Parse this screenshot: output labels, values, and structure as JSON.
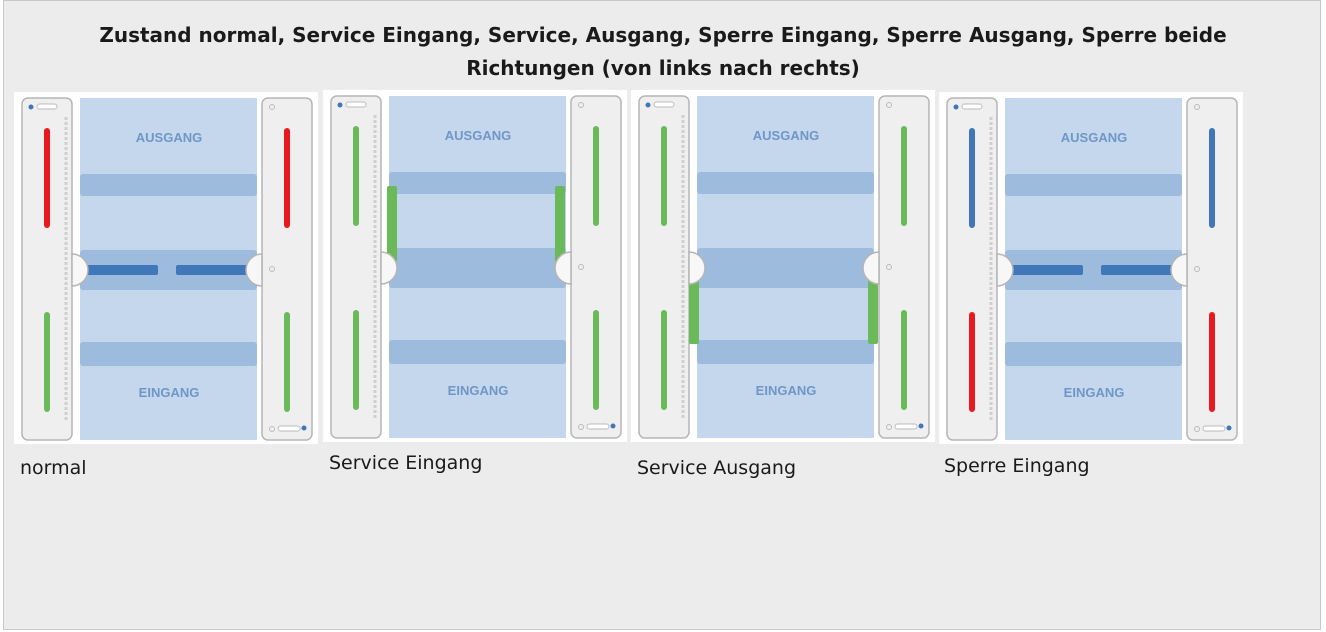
{
  "heading": {
    "line1": "Zustand normal, Service Eingang, Service, Ausgang, Sperre Eingang, Sperre Ausgang, Sperre beide",
    "line2": "Richtungen (von links nach rechts)"
  },
  "colors": {
    "red": "#e8191e",
    "green": "#6aba5a",
    "blue": "#3f77b8",
    "lane": "#c5d7ec",
    "band": "#9dbbdc",
    "label_text": "#6e97c8",
    "post": "#efefef"
  },
  "figures": [
    {
      "caption": "normal",
      "exit_label": "AUSGANG",
      "entry_label": "EINGANG",
      "upper_light": "red",
      "lower_light": "green",
      "barrier": "closed",
      "open_flap": "none"
    },
    {
      "caption": "Service Eingang",
      "exit_label": "AUSGANG",
      "entry_label": "EINGANG",
      "upper_light": "green",
      "lower_light": "green",
      "barrier": "open",
      "open_flap": "upper"
    },
    {
      "caption": "Service Ausgang",
      "exit_label": "AUSGANG",
      "entry_label": "EINGANG",
      "upper_light": "green",
      "lower_light": "green",
      "barrier": "open",
      "open_flap": "lower"
    },
    {
      "caption": "Sperre Eingang",
      "exit_label": "AUSGANG",
      "entry_label": "EINGANG",
      "upper_light": "blue",
      "lower_light": "red",
      "barrier": "closed",
      "open_flap": "none"
    }
  ]
}
